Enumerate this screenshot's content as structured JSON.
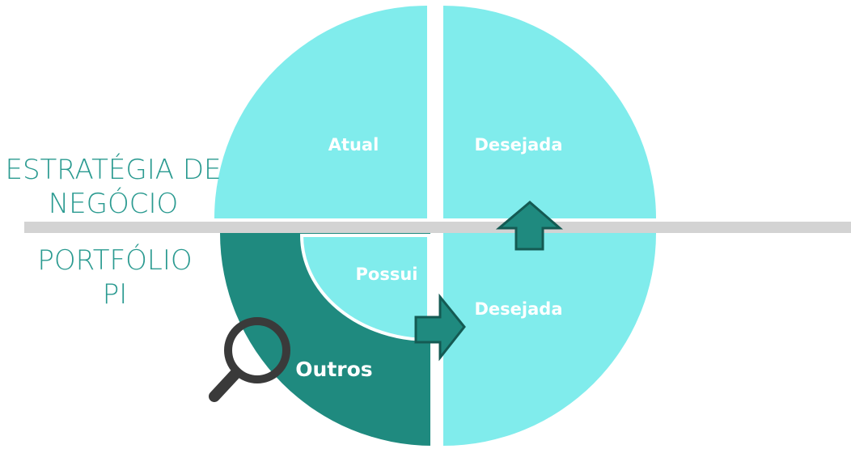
{
  "labels": {
    "strategy_line1": "ESTRATÉGIA DE",
    "strategy_line2": "NEGÓCIO",
    "portfolio_line1": "PORTFÓLIO",
    "portfolio_line2": "PI",
    "current": "Atual",
    "desired_top": "Desejada",
    "owns": "Possui",
    "desired_bottom": "Desejada",
    "others": "Outros"
  },
  "colors": {
    "light_teal": "#80ECEC",
    "dark_teal": "#1F8A7F",
    "divider_gray": "#D3D3D3",
    "arrow_fill": "#1F8A7F",
    "arrow_stroke": "#145A53",
    "magnifier": "#3A3A3A",
    "side_text": "#2A9A90",
    "quad_text": "#FFFFFF"
  },
  "icons": {
    "up_arrow": "up-arrow-icon",
    "right_arrow": "right-arrow-icon",
    "magnifier": "magnifying-glass-icon"
  }
}
